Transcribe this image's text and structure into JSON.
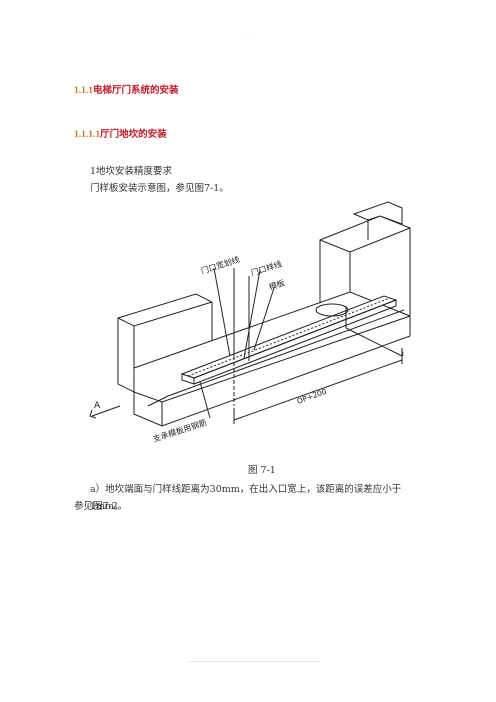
{
  "header": {
    "text": "···"
  },
  "section": {
    "number": "1.1.1",
    "title": "电梯厅门系统的安装"
  },
  "subsection": {
    "number": "1.1.1.1",
    "title": "厅门地坎的安装"
  },
  "paragraphs": {
    "p1": "1地坎安装精度要求",
    "p2": "门样板安装示意图，参见图7-1。",
    "p3_line1": "a）地坎端面与门样线距离为30mm，在出入口宽上，该距离的误差应小于 1mm。",
    "p3_line2": "参见图7-2。"
  },
  "figure": {
    "labels": {
      "door_center": "门口宽划线",
      "door_line": "门口样线",
      "template": "模板",
      "steel_bar": "支承模板用钢筋",
      "arrow_a": "A",
      "dim": "OP+200",
      "mark": "I"
    },
    "caption": "图 7-1"
  },
  "footer": {
    "text": ""
  }
}
